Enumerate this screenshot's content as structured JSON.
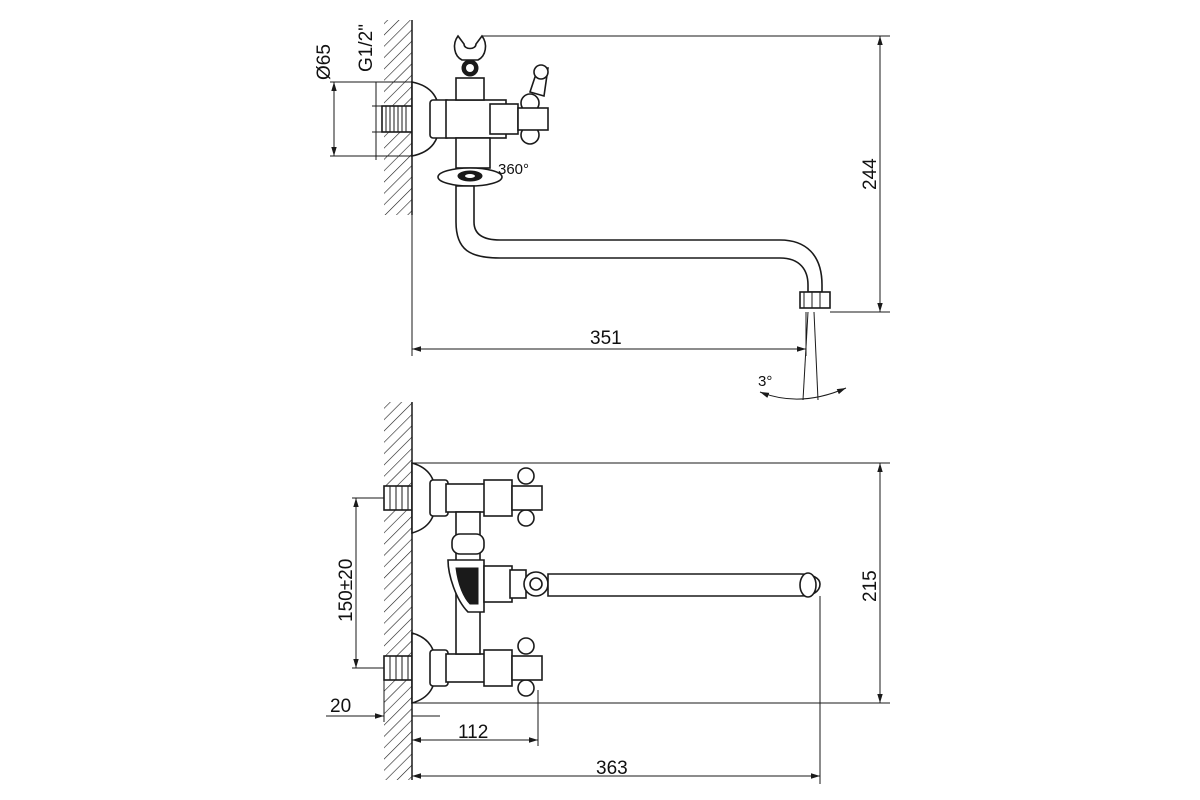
{
  "side_view": {
    "diameter_label": "Ø65",
    "thread_label": "G1/2\"",
    "rotation_label": "360°",
    "height_label": "244",
    "reach_label": "351",
    "angle_label": "3°"
  },
  "top_view": {
    "spacing_label": "150±20",
    "offset_label": "20",
    "depth_label": "112",
    "total_length_label": "363",
    "width_label": "215"
  }
}
